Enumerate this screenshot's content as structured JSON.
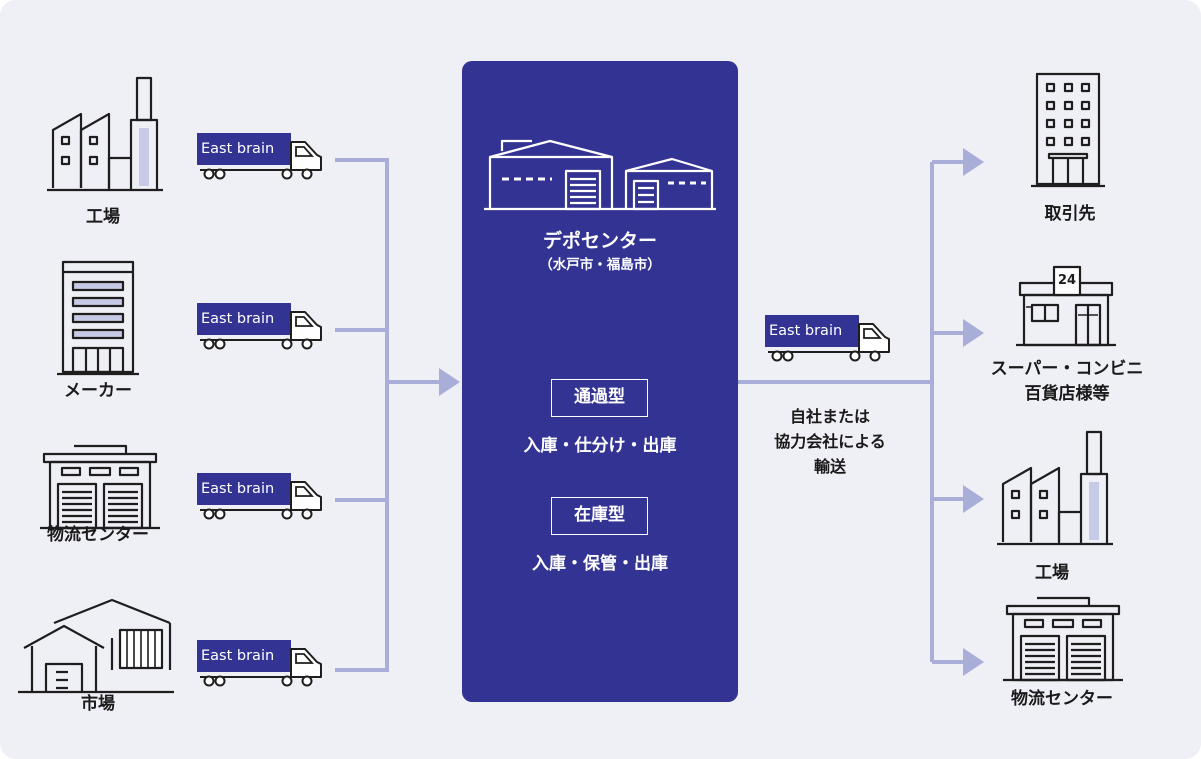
{
  "colors": {
    "accent": "#333393",
    "connector": "#a9aed8",
    "background": "#efeff6",
    "icon_stroke": "#1e1e1e"
  },
  "sources": [
    {
      "label": "工場",
      "icon": "factory-icon"
    },
    {
      "label": "メーカー",
      "icon": "office-building-icon"
    },
    {
      "label": "物流センター",
      "icon": "warehouse-icon"
    },
    {
      "label": "市場",
      "icon": "market-icon"
    }
  ],
  "truck_label": "East brain",
  "depot": {
    "icon": "depot-warehouse-icon",
    "title": "デポセンター",
    "subtitle": "（水戸市・福島市）",
    "types": [
      {
        "name": "通過型",
        "desc": "入庫・仕分け・出庫"
      },
      {
        "name": "在庫型",
        "desc": "入庫・保管・出庫"
      }
    ]
  },
  "transport": {
    "lines": [
      "自社または",
      "協力会社による",
      "輸送"
    ]
  },
  "destinations": [
    {
      "label": "取引先",
      "icon": "office-building-icon"
    },
    {
      "label": "スーパー・コンビニ",
      "label2": "百貨店様等",
      "icon": "convenience-store-icon",
      "sign": "24"
    },
    {
      "label": "工場",
      "icon": "factory-icon"
    },
    {
      "label": "物流センター",
      "icon": "warehouse-icon"
    }
  ]
}
